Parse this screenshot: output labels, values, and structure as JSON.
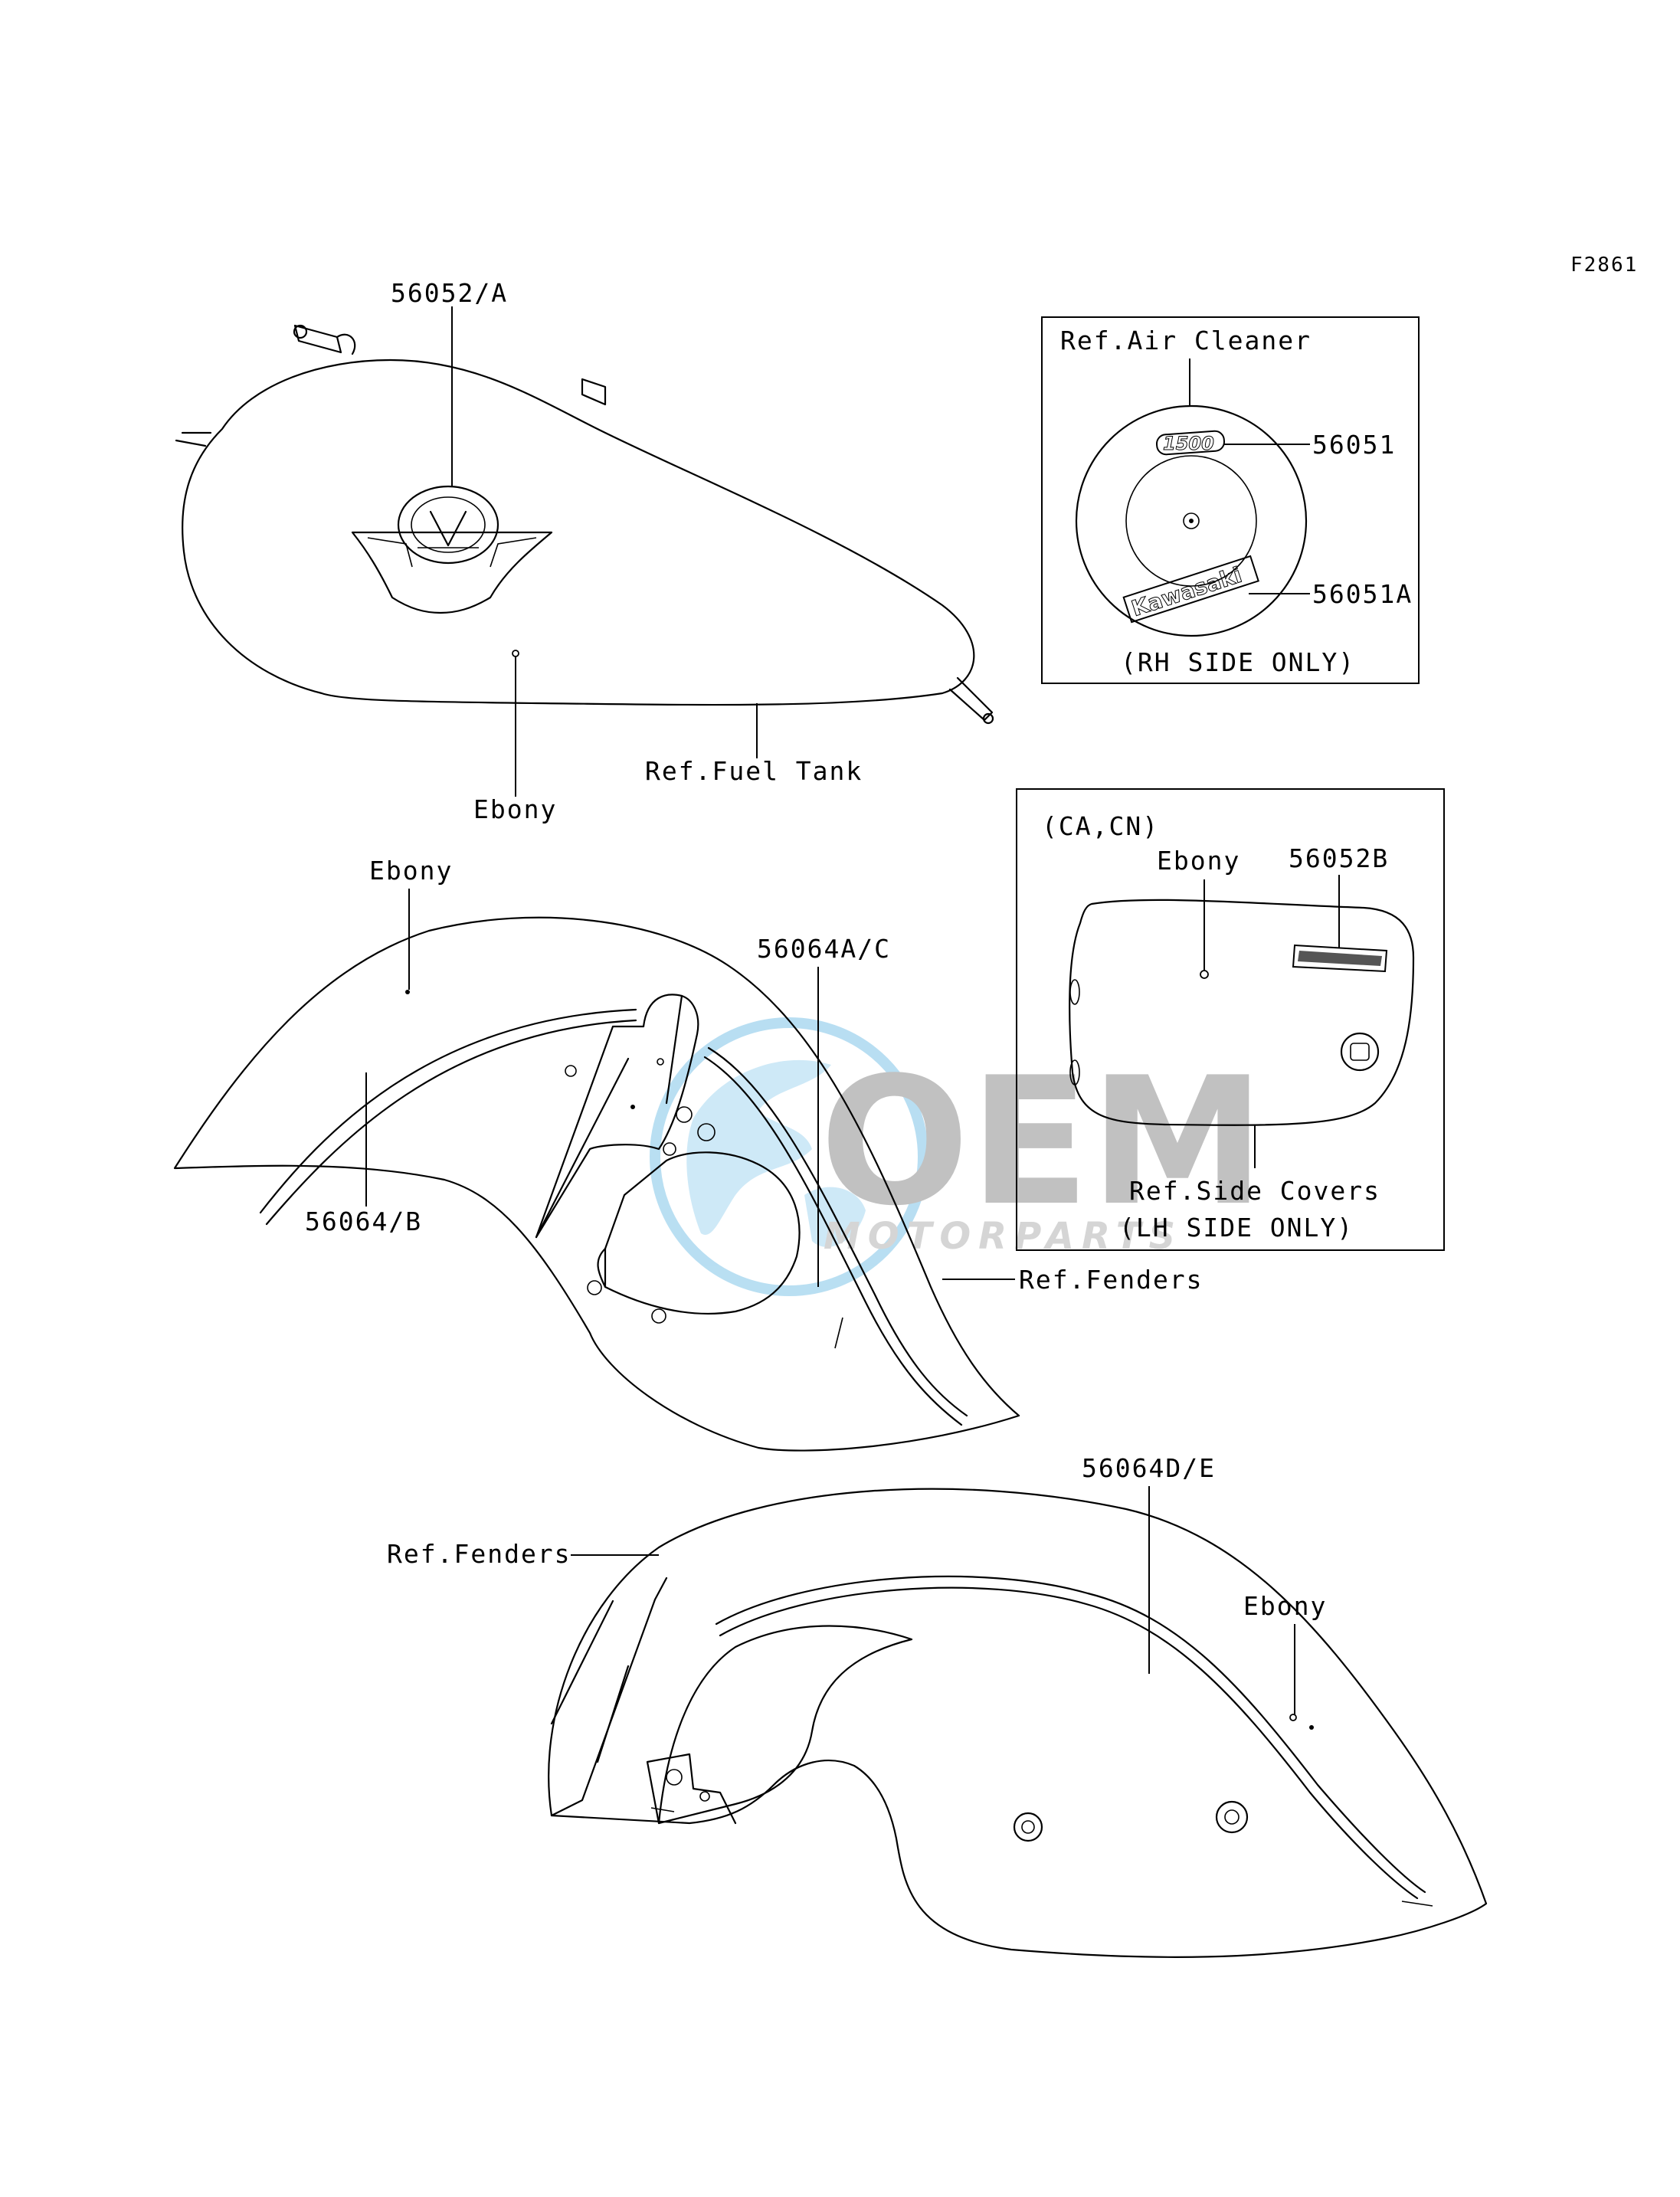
{
  "figure_code": "F2861",
  "watermark": {
    "brand": "OEM",
    "sub": "MOTORPARTS",
    "color_primary": "#8f8f8f",
    "color_globe": "#7fc4e8"
  },
  "fuel_tank": {
    "part_label": "56052/A",
    "color_label": "Ebony",
    "ref_label": "Ref.Fuel Tank"
  },
  "air_cleaner_box": {
    "title": "Ref.Air Cleaner",
    "decal_1500": "56051",
    "decal_kawasaki": "56051A",
    "note": "(RH SIDE ONLY)",
    "emblem_1500_text": "1500",
    "emblem_kawasaki_text": "Kawasaki"
  },
  "side_cover_box": {
    "region": "(CA,CN)",
    "color_label": "Ebony",
    "part_label": "56052B",
    "ref_label": "Ref.Side Covers",
    "note": "(LH SIDE ONLY)"
  },
  "front_fender": {
    "color_label": "Ebony",
    "part_upper": "56064A/C",
    "part_lower": "56064/B",
    "ref_label": "Ref.Fenders"
  },
  "rear_fender": {
    "ref_label": "Ref.Fenders",
    "part_label": "56064D/E",
    "color_label": "Ebony"
  }
}
